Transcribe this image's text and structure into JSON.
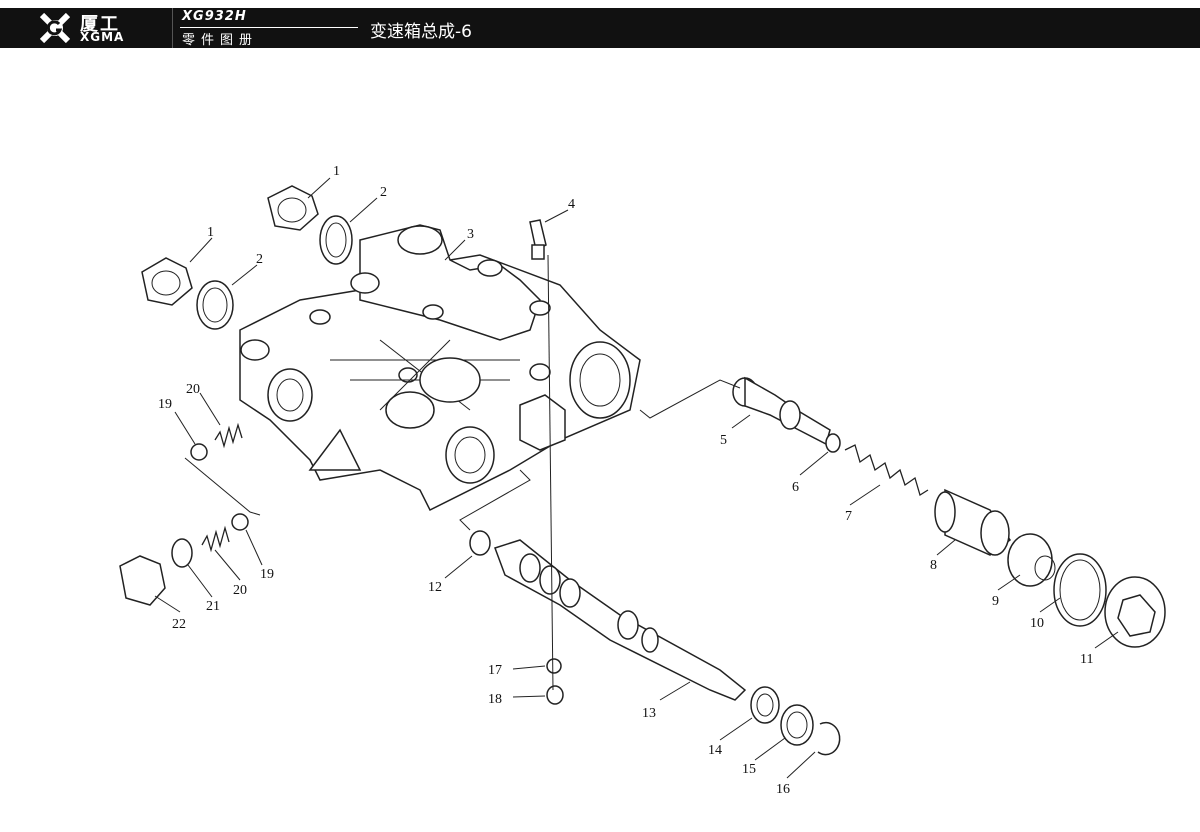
{
  "header": {
    "brand_cn": "厦工",
    "brand_en": "XGMA",
    "model": "XG932H",
    "subtitle": "零件图册",
    "title": "变速箱总成-6"
  },
  "callouts": {
    "c1a": "1",
    "c1b": "1",
    "c2a": "2",
    "c2b": "2",
    "c3": "3",
    "c4": "4",
    "c5": "5",
    "c6": "6",
    "c7": "7",
    "c8": "8",
    "c9": "9",
    "c10": "10",
    "c11": "11",
    "c12": "12",
    "c13": "13",
    "c14": "14",
    "c15": "15",
    "c16": "16",
    "c17": "17",
    "c18": "18",
    "c19a": "19",
    "c19b": "19",
    "c20a": "20",
    "c20b": "20",
    "c21": "21",
    "c22": "22"
  }
}
